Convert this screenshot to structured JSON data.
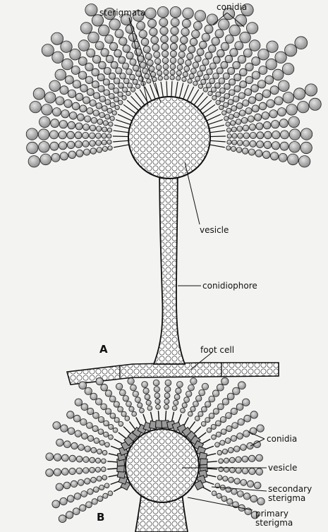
{
  "figure_a": {
    "panel_label": "A",
    "labels": {
      "sterigmata": "sterigmata",
      "conidia": "conidia",
      "vesicle": "vesicle",
      "conidiophore": "conidiophore",
      "foot_cell": "foot cell"
    }
  },
  "figure_b": {
    "panel_label": "B",
    "labels": {
      "conidia": "conidia",
      "vesicle": "vesicle",
      "secondary_sterigma": [
        "secondary",
        "sterigma"
      ],
      "primary_sterigma": [
        "primary",
        "sterigma"
      ]
    }
  },
  "colors": {
    "ink": "#111111",
    "paper": "#f3f3f1",
    "conidium_fill": "#b9b9b9"
  }
}
